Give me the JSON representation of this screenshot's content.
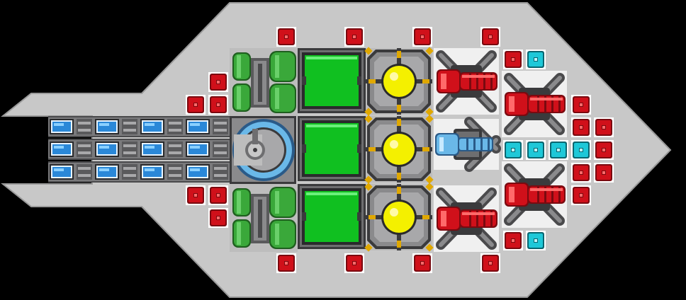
{
  "scene": {
    "title": "",
    "colors": {
      "background": "#000000",
      "hull": "#c8c8c8",
      "hull_edge": "#9a9a9a",
      "block_red": "#d0101a",
      "block_red_dark": "#7a0a10",
      "block_cyan": "#1ec8d8",
      "block_cyan_dark": "#0a6670",
      "battery_green": "#3aa83a",
      "battery_green_dark": "#1e5e1e",
      "screen_green": "#10c020",
      "core_yellow": "#f4f000",
      "steel": "#6e6e70",
      "steel_dark": "#3a3a3c",
      "steel_light": "#a8a8aa",
      "ice_blue": "#6ab8e8",
      "accent_gold": "#e0a800"
    },
    "modules": {
      "thruster_bank": {
        "icon": "thruster-cell-icon",
        "rows": 3,
        "cols": 4
      },
      "bridge": {
        "icon": "cockpit-dome-icon"
      },
      "batteries": [
        {
          "icon": "battery-pack-icon",
          "position": "upper"
        },
        {
          "icon": "battery-pack-icon",
          "position": "lower"
        }
      ],
      "screens": [
        {
          "icon": "green-panel-icon"
        },
        {
          "icon": "green-panel-icon"
        },
        {
          "icon": "green-panel-icon"
        }
      ],
      "reactors": [
        {
          "icon": "yellow-core-icon"
        },
        {
          "icon": "yellow-core-icon"
        },
        {
          "icon": "yellow-core-icon"
        }
      ],
      "red_turrets": [
        {
          "icon": "red-cannon-icon"
        },
        {
          "icon": "red-cannon-icon"
        },
        {
          "icon": "red-cannon-icon"
        },
        {
          "icon": "red-cannon-icon"
        }
      ],
      "ice_turret": {
        "icon": "blue-railgun-icon"
      },
      "armor_block_red": {
        "icon": "red-armor-block-icon"
      },
      "armor_block_cyan": {
        "icon": "cyan-armor-block-icon"
      }
    }
  }
}
